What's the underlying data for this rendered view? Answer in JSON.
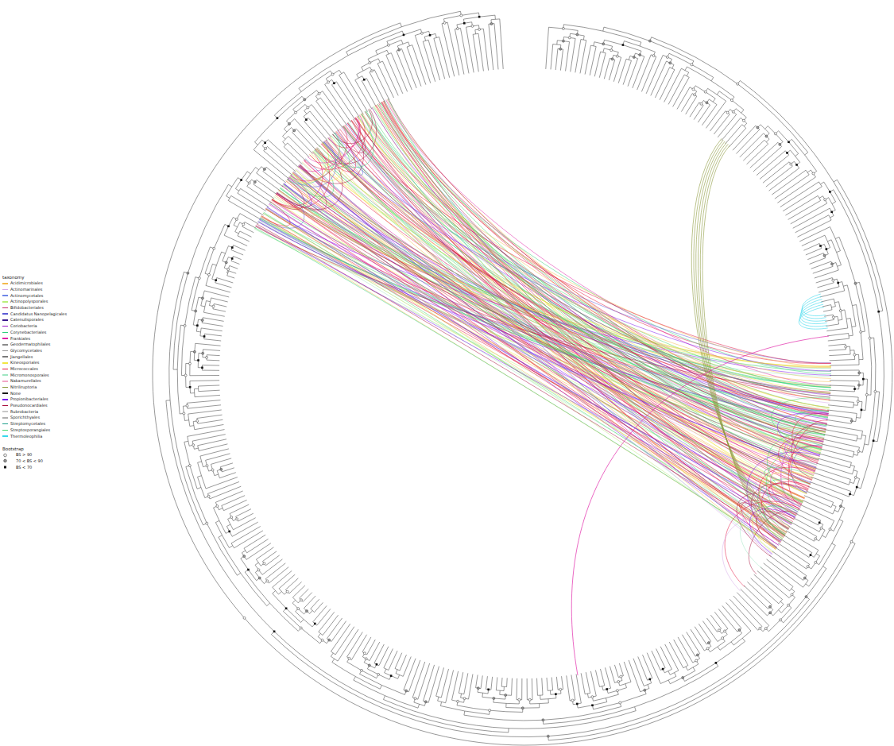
{
  "diagram": {
    "labels": [
      "taxonomy",
      "Bootstrap"
    ],
    "legend": [
      {
        "text": "Acidimicrobiales",
        "color": "#f3b94a"
      },
      {
        "text": "Actinomarinales",
        "color": "#d6a6e8"
      },
      {
        "text": "Actinomycetales",
        "color": "#6f86e8"
      },
      {
        "text": "Actinopolysporales",
        "color": "#b9ee7a"
      },
      {
        "text": "Bifidobacteriales",
        "color": "#c2306d"
      },
      {
        "text": "Candidatus Nanopelagicales",
        "color": "#5b5bd6"
      },
      {
        "text": "Catenulisporales",
        "color": "#3b1a8c"
      },
      {
        "text": "Coriobacteria",
        "color": "#9b16c9"
      },
      {
        "text": "Corynebacteriales",
        "color": "#2fcf7c"
      },
      {
        "text": "Frankiales",
        "color": "#e01fa6"
      },
      {
        "text": "Geodermatophilales",
        "color": "#8a8a8a"
      },
      {
        "text": "Glycomycetales",
        "color": "#9a9a9a"
      },
      {
        "text": "Jiangellales",
        "color": "#7a7a7a"
      },
      {
        "text": "Kineosporiales",
        "color": "#f2e640"
      },
      {
        "text": "Micrococcales",
        "color": "#e3123f"
      },
      {
        "text": "Micromonosporales",
        "color": "#9fe6c2"
      },
      {
        "text": "Nakamurellales",
        "color": "#f2a6c6"
      },
      {
        "text": "Nitriliruptoria",
        "color": "#8c9a3c"
      },
      {
        "text": "None",
        "color": "#1a1a1a"
      },
      {
        "text": "Propionibacteriales",
        "color": "#7a10f0"
      },
      {
        "text": "Pseudonocardiales",
        "color": "#a8103e"
      },
      {
        "text": "Rubrobacteria",
        "color": "#c8c8c8"
      },
      {
        "text": "Sporichthyales",
        "color": "#b0b0b0"
      },
      {
        "text": "Streptomycetales",
        "color": "#1f9f8c"
      },
      {
        "text": "Streptosporangiales",
        "color": "#45d96a"
      },
      {
        "text": "Thermoleophilia",
        "color": "#38d8ec"
      },
      {
        "text": "BS > 90"
      },
      {
        "text": "70 < BS < 90"
      },
      {
        "text": "BS < 70"
      }
    ]
  }
}
